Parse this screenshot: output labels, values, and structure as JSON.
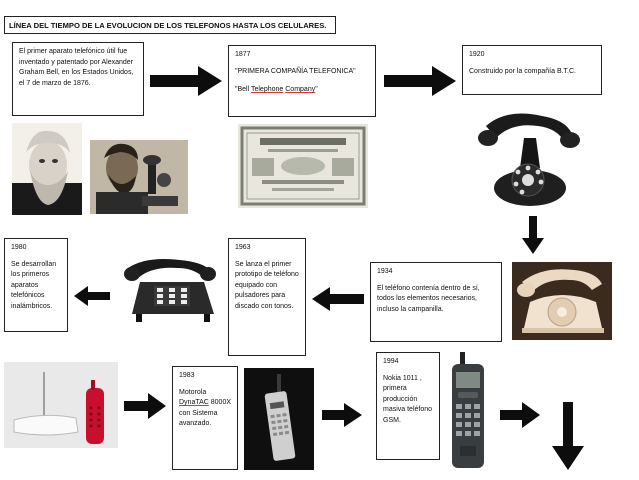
{
  "title": "LÍNEA DEL TIEMPO DE LA EVOLUCION DE LOS TELEFONOS HASTA LOS CELULARES.",
  "entries": {
    "bell": {
      "text": "El primer aparato telefónico  útil fue inventado y patentado  por Alexander Graham Bell, en los Estados Unidos,  el 7 de marzo de 1876."
    },
    "y1877": {
      "year": "1877",
      "line1": "\"PRIMERA COMPAÑÍA TELEFONICA\"",
      "line2_pre": "\"Bell ",
      "line2_u1": "Telephone",
      "line2_mid": " ",
      "line2_u2": "Company",
      "line2_post": "\""
    },
    "y1920": {
      "year": "1920",
      "text": "Construido por la compañía B.T.C."
    },
    "y1934": {
      "year": "1934",
      "text": "El teléfono contenía  dentro de sí, todos los elementos necesarios, incluso la campanilla."
    },
    "y1963": {
      "year": "1963",
      "text": "Se lanza el primer prototipo de teléfono equipado con pulsadores para discado con tonos."
    },
    "y1980": {
      "year": "1980",
      "text": "Se desarrollan los primeros aparatos telefónicos inalámbricos."
    },
    "y1983": {
      "year": "1983",
      "pre": "Motorola ",
      "underlined": "DynaTAC",
      "post": " 8000X con Sistema avanzado."
    },
    "y1994": {
      "year": "1994",
      "text": "Nokia 1011 , primera producción masiva teléfono GSM."
    }
  },
  "colors": {
    "arrow": "#0d0d0d",
    "border": "#222222",
    "spellcheck_underline": "#d33333"
  },
  "icons": [
    "bell-portrait-photo",
    "bell-at-telephone-photo",
    "stock-certificate-photo",
    "candlestick-rotary-phone-photo",
    "beige-rotary-phone-photo",
    "pushbutton-desk-phone-photo",
    "cordless-phone-photo",
    "motorola-brick-phone-photo",
    "nokia-gsm-phone-photo"
  ]
}
